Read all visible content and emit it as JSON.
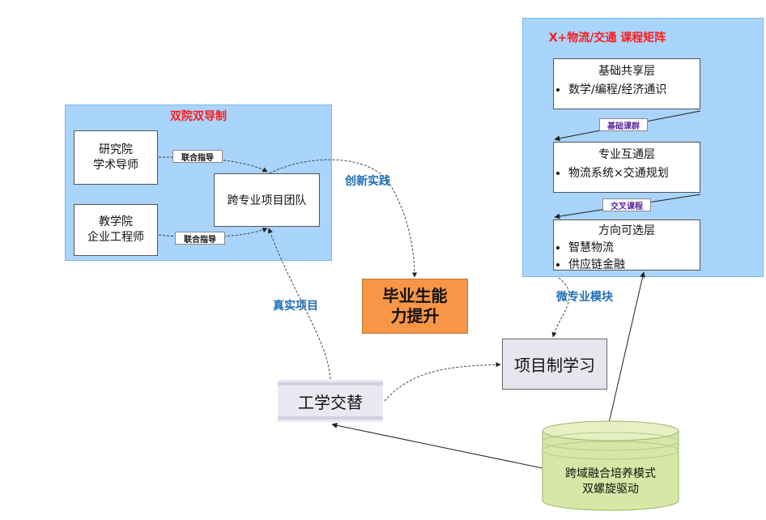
{
  "dual": {
    "title": "双院双导制",
    "research": [
      "研究院",
      "学术导师"
    ],
    "teaching": [
      "教学院",
      "企业工程师"
    ],
    "team": "跨专业项目团队",
    "tag1": "联合指导",
    "tag2": "联合指导"
  },
  "matrix": {
    "title": "X+物流/交通 课程矩阵",
    "layers": [
      {
        "title": "基础共享层",
        "items": [
          "数学/编程/经济通识"
        ]
      },
      {
        "title": "专业互通层",
        "items": [
          "物流系统×交通规划"
        ]
      },
      {
        "title": "方向可选层",
        "items": [
          "智慧物流",
          "供应链金融"
        ]
      }
    ],
    "tag_basic": "基础课群",
    "tag_cross": "交叉课程"
  },
  "labels": {
    "innovation": "创新实践",
    "real_project": "真实项目",
    "micro_module": "微专业模块"
  },
  "graduate": [
    "毕业生能",
    "力提升"
  ],
  "project_learning": "项目制学习",
  "work_study": "工学交替",
  "cylinder": [
    "跨域融合培养模式",
    "双螺旋驱动"
  ],
  "colors": {
    "panel": "#a9d4fb",
    "graduate_box": "#f79646",
    "cylinder": "#d7e7a5",
    "title_red": "#ff1a1a",
    "label_blue": "#1f6fb4"
  }
}
